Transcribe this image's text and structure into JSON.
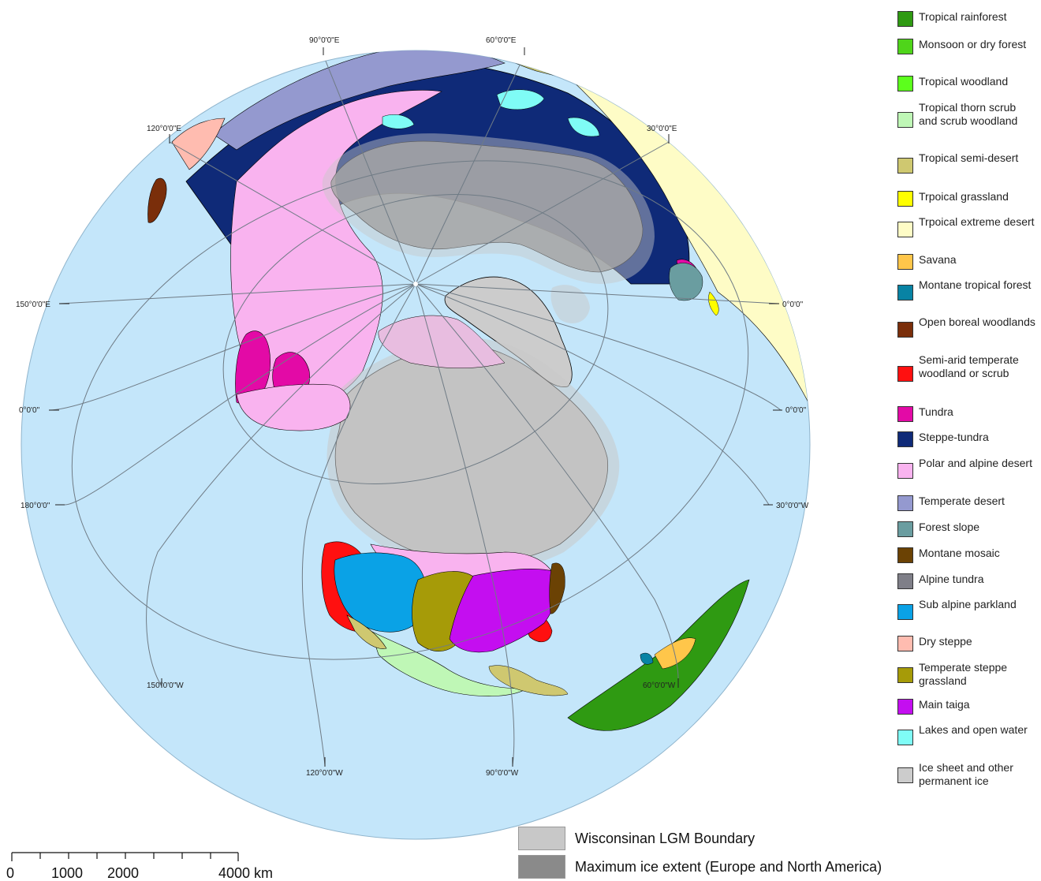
{
  "map": {
    "ocean_color": "#c4e6fa",
    "grid_color": "#6f7b85",
    "land_outline": "#000000",
    "coord_labels": {
      "e90": "90°0'0\"E",
      "e60": "60°0'0\"E",
      "e120": "120°0'0\"E",
      "e30": "30°0'0\"E",
      "e150": "150°0'0\"E",
      "zero_right_upper": "0°0'0\"",
      "zero_left": "0°0'0\"",
      "zero_right_lower": "0°0'0\"",
      "w180": "180°0'0\"",
      "w30": "30°0'0\"W",
      "w150": "150°0'0\"W",
      "w60": "60°0'0\"W",
      "w120": "120°0'0\"W",
      "w90": "90°0'0\"W"
    }
  },
  "legend": {
    "items": [
      {
        "label": "Tropical rainforest",
        "color": "#2f9a12"
      },
      {
        "label": "Monsoon or dry forest",
        "color": "#4fd51a"
      },
      {
        "label": "Tropical woodland",
        "color": "#5cff1c"
      },
      {
        "label": "Tropical thorn scrub and scrub woodland",
        "color": "#bff7b6"
      },
      {
        "label": "Tropical semi-desert",
        "color": "#cfc870"
      },
      {
        "label": "Trpoical grassland",
        "color": "#ffff00"
      },
      {
        "label": "Trpoical extreme desert",
        "color": "#fefcc6"
      },
      {
        "label": "Savana",
        "color": "#ffc64a"
      },
      {
        "label": "Montane tropical forest",
        "color": "#0883a4"
      },
      {
        "label": "Open boreal woodlands",
        "color": "#7a2e0a"
      },
      {
        "label": "Semi-arid temperate woodland or scrub",
        "color": "#ff1010"
      },
      {
        "label": "Tundra",
        "color": "#e30aa6"
      },
      {
        "label": "Steppe-tundra",
        "color": "#0f2a78"
      },
      {
        "label": "Polar and alpine desert",
        "color": "#f9b3ef"
      },
      {
        "label": "Temperate desert",
        "color": "#9499cf"
      },
      {
        "label": "Forest slope",
        "color": "#6a9da0"
      },
      {
        "label": "Montane mosaic",
        "color": "#6b4204"
      },
      {
        "label": "Alpine tundra",
        "color": "#7f7f88"
      },
      {
        "label": "Sub alpine parkland",
        "color": "#0aa2e6"
      },
      {
        "label": "Dry steppe",
        "color": "#ffbcb0"
      },
      {
        "label": "Temperate steppe grassland",
        "color": "#a69b08"
      },
      {
        "label": "Main taiga",
        "color": "#c40ef0"
      },
      {
        "label": "Lakes and open water",
        "color": "#7ffcf6"
      },
      {
        "label": "Ice sheet and other permanent ice",
        "color": "#cccccc"
      }
    ]
  },
  "bottom_legend": {
    "items": [
      {
        "label": "Wisconsinan LGM Boundary",
        "color": "#c8c8c8"
      },
      {
        "label": "Maximum ice extent (Europe and North America)",
        "color": "#8a8a8a"
      }
    ]
  },
  "scale_bar": {
    "labels": [
      "0",
      "1000",
      "2000",
      "4000 km"
    ]
  }
}
